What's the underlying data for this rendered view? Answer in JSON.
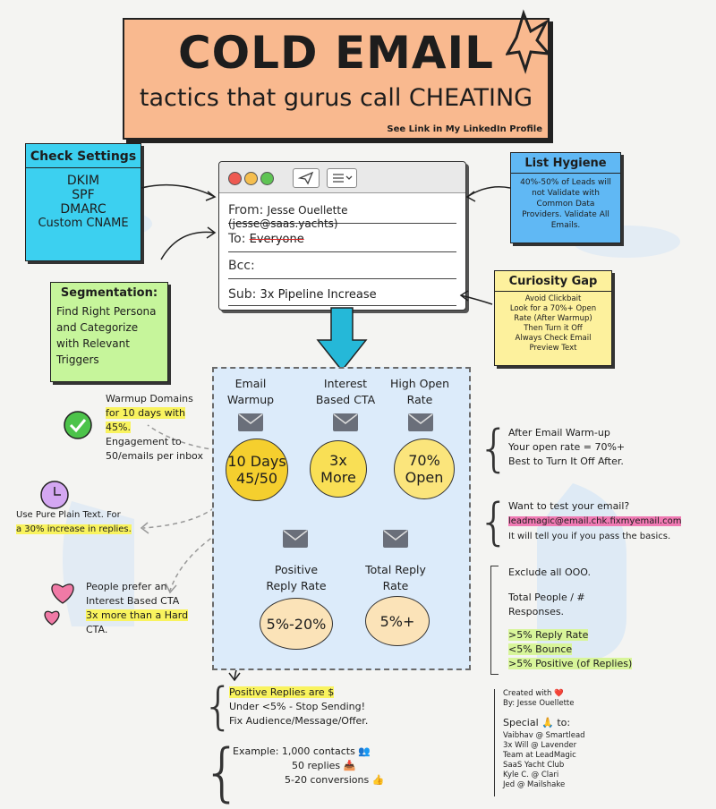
{
  "title": {
    "main": "COLD EMAIL",
    "sub": "tactics that gurus call CHEATING",
    "note": "See Link in My LinkedIn Profile"
  },
  "check_settings": {
    "title": "Check Settings",
    "items": [
      "DKIM",
      "SPF",
      "DMARC",
      "Custom CNAME"
    ]
  },
  "list_hygiene": {
    "title": "List Hygiene",
    "text": "40%-50% of Leads will not Validate with Common Data Providers. Validate All Emails."
  },
  "segmentation": {
    "title": "Segmentation:",
    "text": "Find Right Persona and Categorize with Relevant Triggers"
  },
  "curiosity_gap": {
    "title": "Curiosity Gap",
    "lines": [
      "Avoid Clickbait",
      "Look for a 70%+ Open",
      "Rate (After Warmup)",
      "Then Turn it Off",
      "Always Check Email",
      "Preview Text"
    ]
  },
  "email": {
    "from_label": "From:",
    "from_value": "Jesse Ouellette (jesse@saas.yachts)",
    "to_label": "To:",
    "to_value": "Everyone",
    "bcc_label": "Bcc:",
    "sub_label": "Sub:",
    "sub_value": "3x Pipeline Increase"
  },
  "metrics": {
    "warmup": {
      "label": "Email Warmup",
      "value_1": "10 Days",
      "value_2": "45/50"
    },
    "cta": {
      "label": "Interest Based CTA",
      "value_1": "3x",
      "value_2": "More"
    },
    "open": {
      "label": "High Open Rate",
      "value_1": "70%",
      "value_2": "Open"
    },
    "positive": {
      "label": "Positive Reply Rate",
      "value": "5%-20%"
    },
    "total": {
      "label": "Total Reply Rate",
      "value": "5%+"
    }
  },
  "left_notes": {
    "warmup_pre": "Warmup Domains",
    "warmup_hl": "for 10 days with 45%.",
    "warmup_post": "Engagement to 50/emails per inbox",
    "plain_pre": "Use Pure Plain Text. For",
    "plain_hl": "a 30% increase in replies.",
    "cta_pre": "People prefer an Interest Based CTA",
    "cta_hl": "3x more than a Hard",
    "cta_post": "CTA."
  },
  "right_notes": {
    "warmup": "After Email Warm-up Your open rate = 70%+ Best to Turn It Off After.",
    "test_pre": "Want to test your email?",
    "test_email": "leadmagic@email.chk.fixmyemail.com",
    "test_post": "It will tell you if you pass the basics.",
    "exclude": "Exclude all OOO.",
    "total": "Total People / # Responses.",
    "stats": [
      ">5% Reply Rate",
      "<5% Bounce",
      ">5% Positive (of Replies)"
    ]
  },
  "bottom": {
    "positive_hl": "Positive Replies are $",
    "positive_l2": "Under <5% - Stop Sending!",
    "positive_l3": "Fix Audience/Message/Offer.",
    "ex_l1": "Example: 1,000 contacts",
    "ex_l2": "50 replies",
    "ex_l3": "5-20 conversions"
  },
  "credits": {
    "created": "Created with ❤️",
    "by": "By: Jesse Ouellette",
    "special": "Special 🙏 to:",
    "names": [
      "Vaibhav @ Smartlead",
      "3x Will @ Lavender",
      "Team at LeadMagic",
      "SaaS Yacht Club",
      "Kyle C. @ Clari",
      "Jed @ Mailshake"
    ]
  },
  "colors": {
    "title_bg": "#f9b98f",
    "cyan": "#3cd0f0",
    "blue": "#60b8f4",
    "lime": "#c6f59b",
    "yellow": "#fdf19d",
    "highlight": "#f9f35e",
    "arrow": "#25b8d8"
  }
}
